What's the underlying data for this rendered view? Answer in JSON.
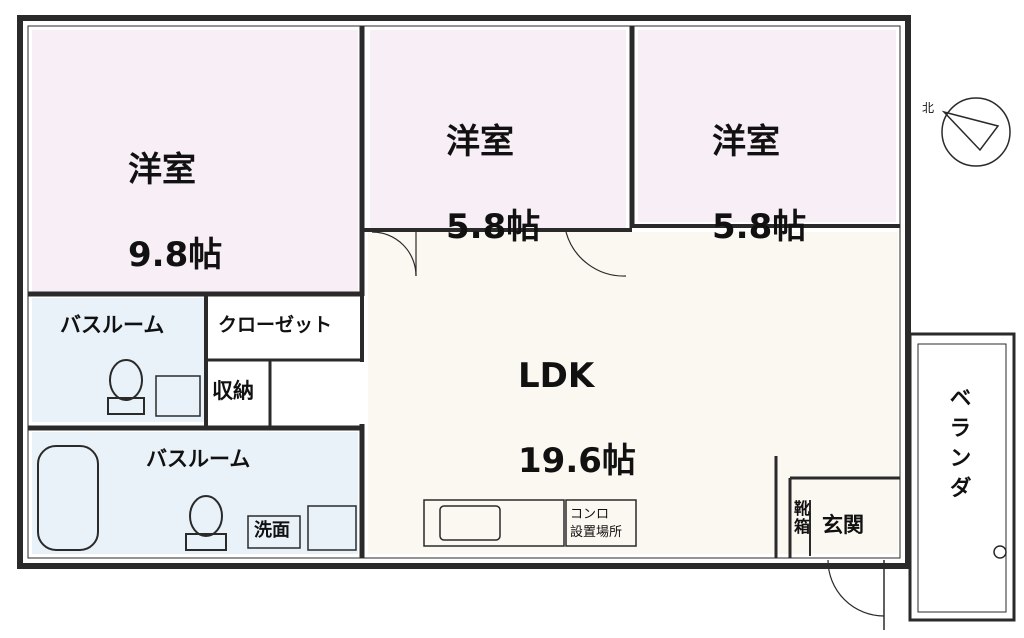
{
  "rooms": {
    "western1": {
      "name": "洋室",
      "size": "9.8帖"
    },
    "western2": {
      "name": "洋室",
      "size": "5.8帖"
    },
    "western3": {
      "name": "洋室",
      "size": "5.8帖"
    },
    "ldk": {
      "name": "LDK",
      "size": "19.6帖"
    },
    "bath_upper": "バスルーム",
    "bath_lower": "バスルーム",
    "closet": "クローゼット",
    "storage": "収納",
    "washroom": "洗面",
    "stove": "コンロ\n設置場所",
    "shoe_box": "靴\n箱",
    "entrance": "玄関",
    "veranda": "ベランダ"
  },
  "colors": {
    "western_floor": "#f7eef6",
    "ldk_floor": "#fbf7f1",
    "bath_floor": "#e9f2f8",
    "wall": "#2a2a2a"
  },
  "compass_label": "北"
}
